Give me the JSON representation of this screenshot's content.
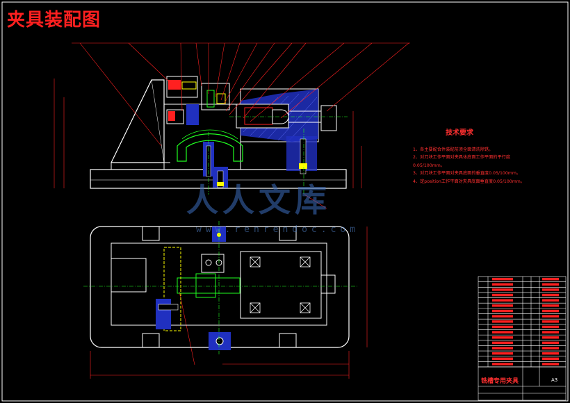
{
  "drawing_title": "夹具装配图",
  "technical_requirements": {
    "heading": "技术要求",
    "items": [
      "1、各主要配合件装配前须全面清洗除锈。",
      "2、对刀块工作平面对夹具体底面工作平面的平行度",
      "0.05/100mm。",
      "3、对刀块工作平面对夹具底面的垂直度0.05/100mm。",
      "4、定position工作平面对夹具底面垂直度0.05/100mm。"
    ]
  },
  "watermark": {
    "text": "人人文库",
    "url": "www.renrendoc.com"
  },
  "title_block": {
    "part_name": "铣槽专用夹具",
    "sheet_size": "A3"
  },
  "colors": {
    "background": "#000000",
    "outline": "#ffffff",
    "dimension": "#ff2020",
    "section": "#3040ff",
    "highlight_green": "#20ff20",
    "highlight_yellow": "#ffff00"
  },
  "bom_row_count": 17
}
